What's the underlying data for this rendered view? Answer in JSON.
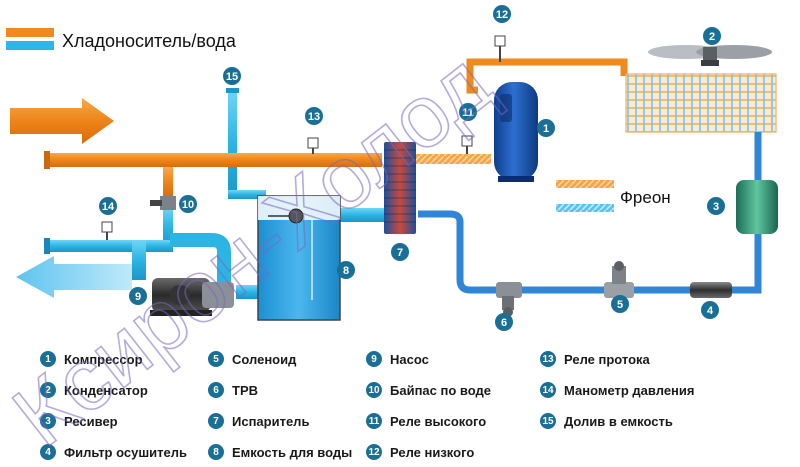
{
  "header": {
    "legend_label": "Хладоноситель/вода"
  },
  "freon_label": "Фреон",
  "watermark": "Ксирон-Холод",
  "colors": {
    "water": "#2fb6e6",
    "refrigerant": "#f08a1c",
    "badge": "#1a6f96",
    "pipe_blue": "#2f86d6"
  },
  "callouts": [
    "1",
    "2",
    "3",
    "4",
    "5",
    "6",
    "7",
    "8",
    "9",
    "10",
    "11",
    "12",
    "13",
    "14",
    "15"
  ],
  "legend": [
    {
      "num": "1",
      "text": "Компрессор"
    },
    {
      "num": "2",
      "text": "Конденсатор"
    },
    {
      "num": "3",
      "text": "Ресивер"
    },
    {
      "num": "4",
      "text": "Фильтр осушитель"
    },
    {
      "num": "5",
      "text": "Соленоид"
    },
    {
      "num": "6",
      "text": "ТРВ"
    },
    {
      "num": "7",
      "text": "Испаритель"
    },
    {
      "num": "8",
      "text": "Емкость для воды"
    },
    {
      "num": "9",
      "text": "Насос"
    },
    {
      "num": "10",
      "text": "Байпас по воде"
    },
    {
      "num": "11",
      "text": "Реле высокого"
    },
    {
      "num": "12",
      "text": "Реле низкого"
    },
    {
      "num": "13",
      "text": "Реле протока"
    },
    {
      "num": "14",
      "text": "Манометр давления"
    },
    {
      "num": "15",
      "text": "Долив в емкость"
    }
  ]
}
